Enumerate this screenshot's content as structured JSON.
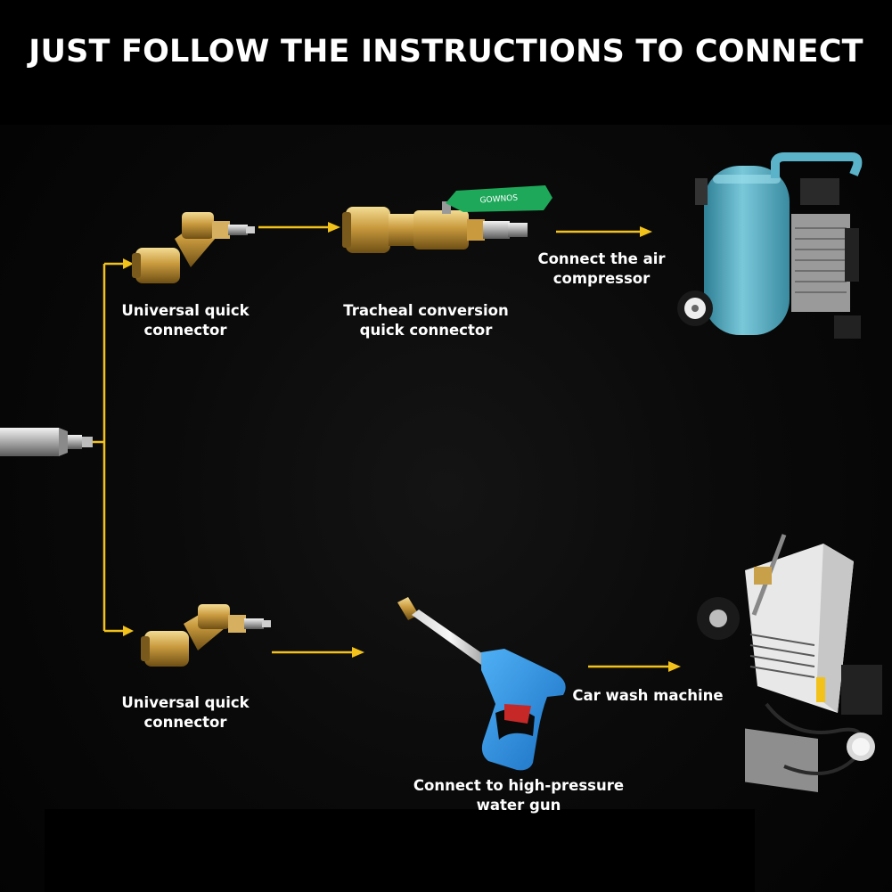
{
  "header": {
    "title": "JUST FOLLOW THE INSTRUCTIONS TO CONNECT"
  },
  "labels": {
    "universal_top": "Universal quick\nconnector",
    "tracheal": "Tracheal conversion\nquick connector",
    "air_compressor": "Connect the air\ncompressor",
    "universal_bottom": "Universal quick\nconnector",
    "water_gun": "Connect to high-pressure\nwater gun",
    "car_wash": "Car wash machine"
  },
  "valve_text": "GOWNOS",
  "colors": {
    "background": "#050505",
    "arrow": "#f2c21b",
    "brass": "#c9a04a",
    "compressor": "#5ab3c9",
    "gun": "#2a8fe0",
    "valve_handle": "#1ea85a"
  }
}
